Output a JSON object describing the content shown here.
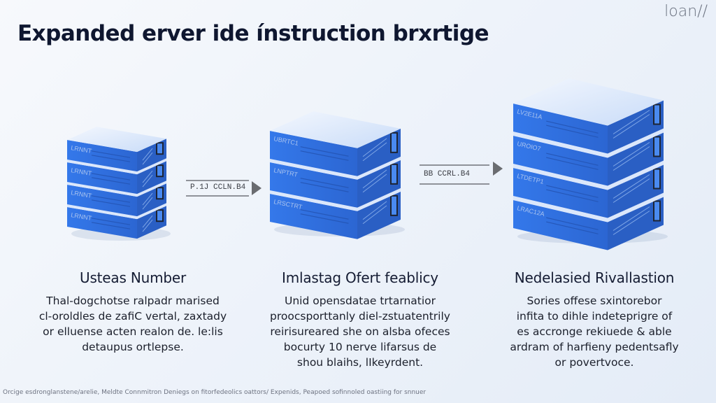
{
  "title": "Expanded erver ide ínstruction brxrtige",
  "logo": "loan//",
  "colors": {
    "server_front": "#2f6fe0",
    "server_side": "#2a5fc4",
    "server_top": "#e4eefc",
    "arrow": "#6a6c70",
    "title": "#0f1730"
  },
  "stacks": [
    {
      "name": "small",
      "units": [
        "LRNNT",
        "LRNNT",
        "LRNNT",
        "LRNNT"
      ]
    },
    {
      "name": "medium",
      "units": [
        "UBRTC1",
        "LNPTRT",
        "LRSCTRT"
      ]
    },
    {
      "name": "large",
      "units": [
        "LV2E11A",
        "UROIO7",
        "LTDETP1",
        "LRAC12A"
      ]
    }
  ],
  "connectors": [
    {
      "label": "P.1J  CCLN.B4",
      "icon": "arrow-right-icon"
    },
    {
      "label": "BB CCRL.B4",
      "icon": "arrow-right-icon"
    }
  ],
  "sections": [
    {
      "heading": "Usteas Number",
      "lines": [
        "Thal-dogchotse ralpadr marised",
        "cl-oroldles de zafiC vertal, zaxtady",
        "or elluense acten realon de. le:lis",
        "detaupus ortlepse."
      ]
    },
    {
      "heading": "Imlastag Ofert feablicy",
      "lines": [
        "Unid opensdatae trtarnatior",
        "proocsporttanly diel-zstuatentrily",
        "reirisureared she on alsba ofeces",
        "bocurty 10 nerve lifarsus de",
        "shou blaihs, lIkeyrdent."
      ]
    },
    {
      "heading": "Nedelasied Rivallastion",
      "lines": [
        "Sories offese sxintorebor",
        "infita to dihle indeteprigre of",
        "es accronge rekiuede & able",
        "ardram of harfieny pedentsafly",
        "or povertvoce."
      ]
    }
  ],
  "footer": "Orcige esdronglanstene/arelie, Meldte Connmitron Deniegs on fitorfedeolics oattors/ Expenids, Peapoed sofinnoled oastiing for snnuer"
}
